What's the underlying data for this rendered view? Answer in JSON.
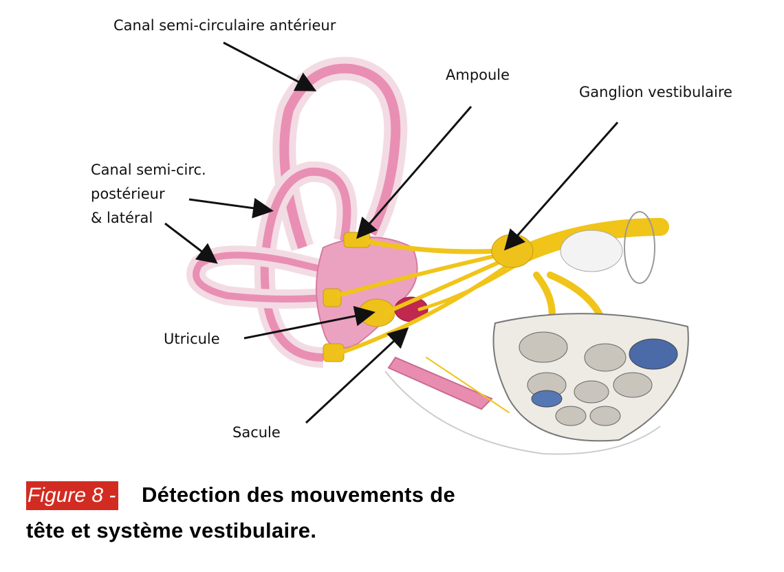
{
  "labels": {
    "anterior_canal": "Canal semi-circulaire antérieur",
    "ampoule": "Ampoule",
    "ganglion": "Ganglion vestibulaire",
    "posterior_lateral_line1": "Canal semi-circ.",
    "posterior_lateral_line2": "postérieur",
    "posterior_lateral_line3": "& latéral",
    "utricule": "Utricule",
    "sacule": "Sacule"
  },
  "caption": {
    "tag": "Figure 8 -",
    "line1": "Détection des mouvements de",
    "line2": "tête et système vestibulaire."
  },
  "colors": {
    "tag_bg": "#d22c22",
    "membrane": "#e98fb4",
    "nerve": "#f0c419"
  }
}
